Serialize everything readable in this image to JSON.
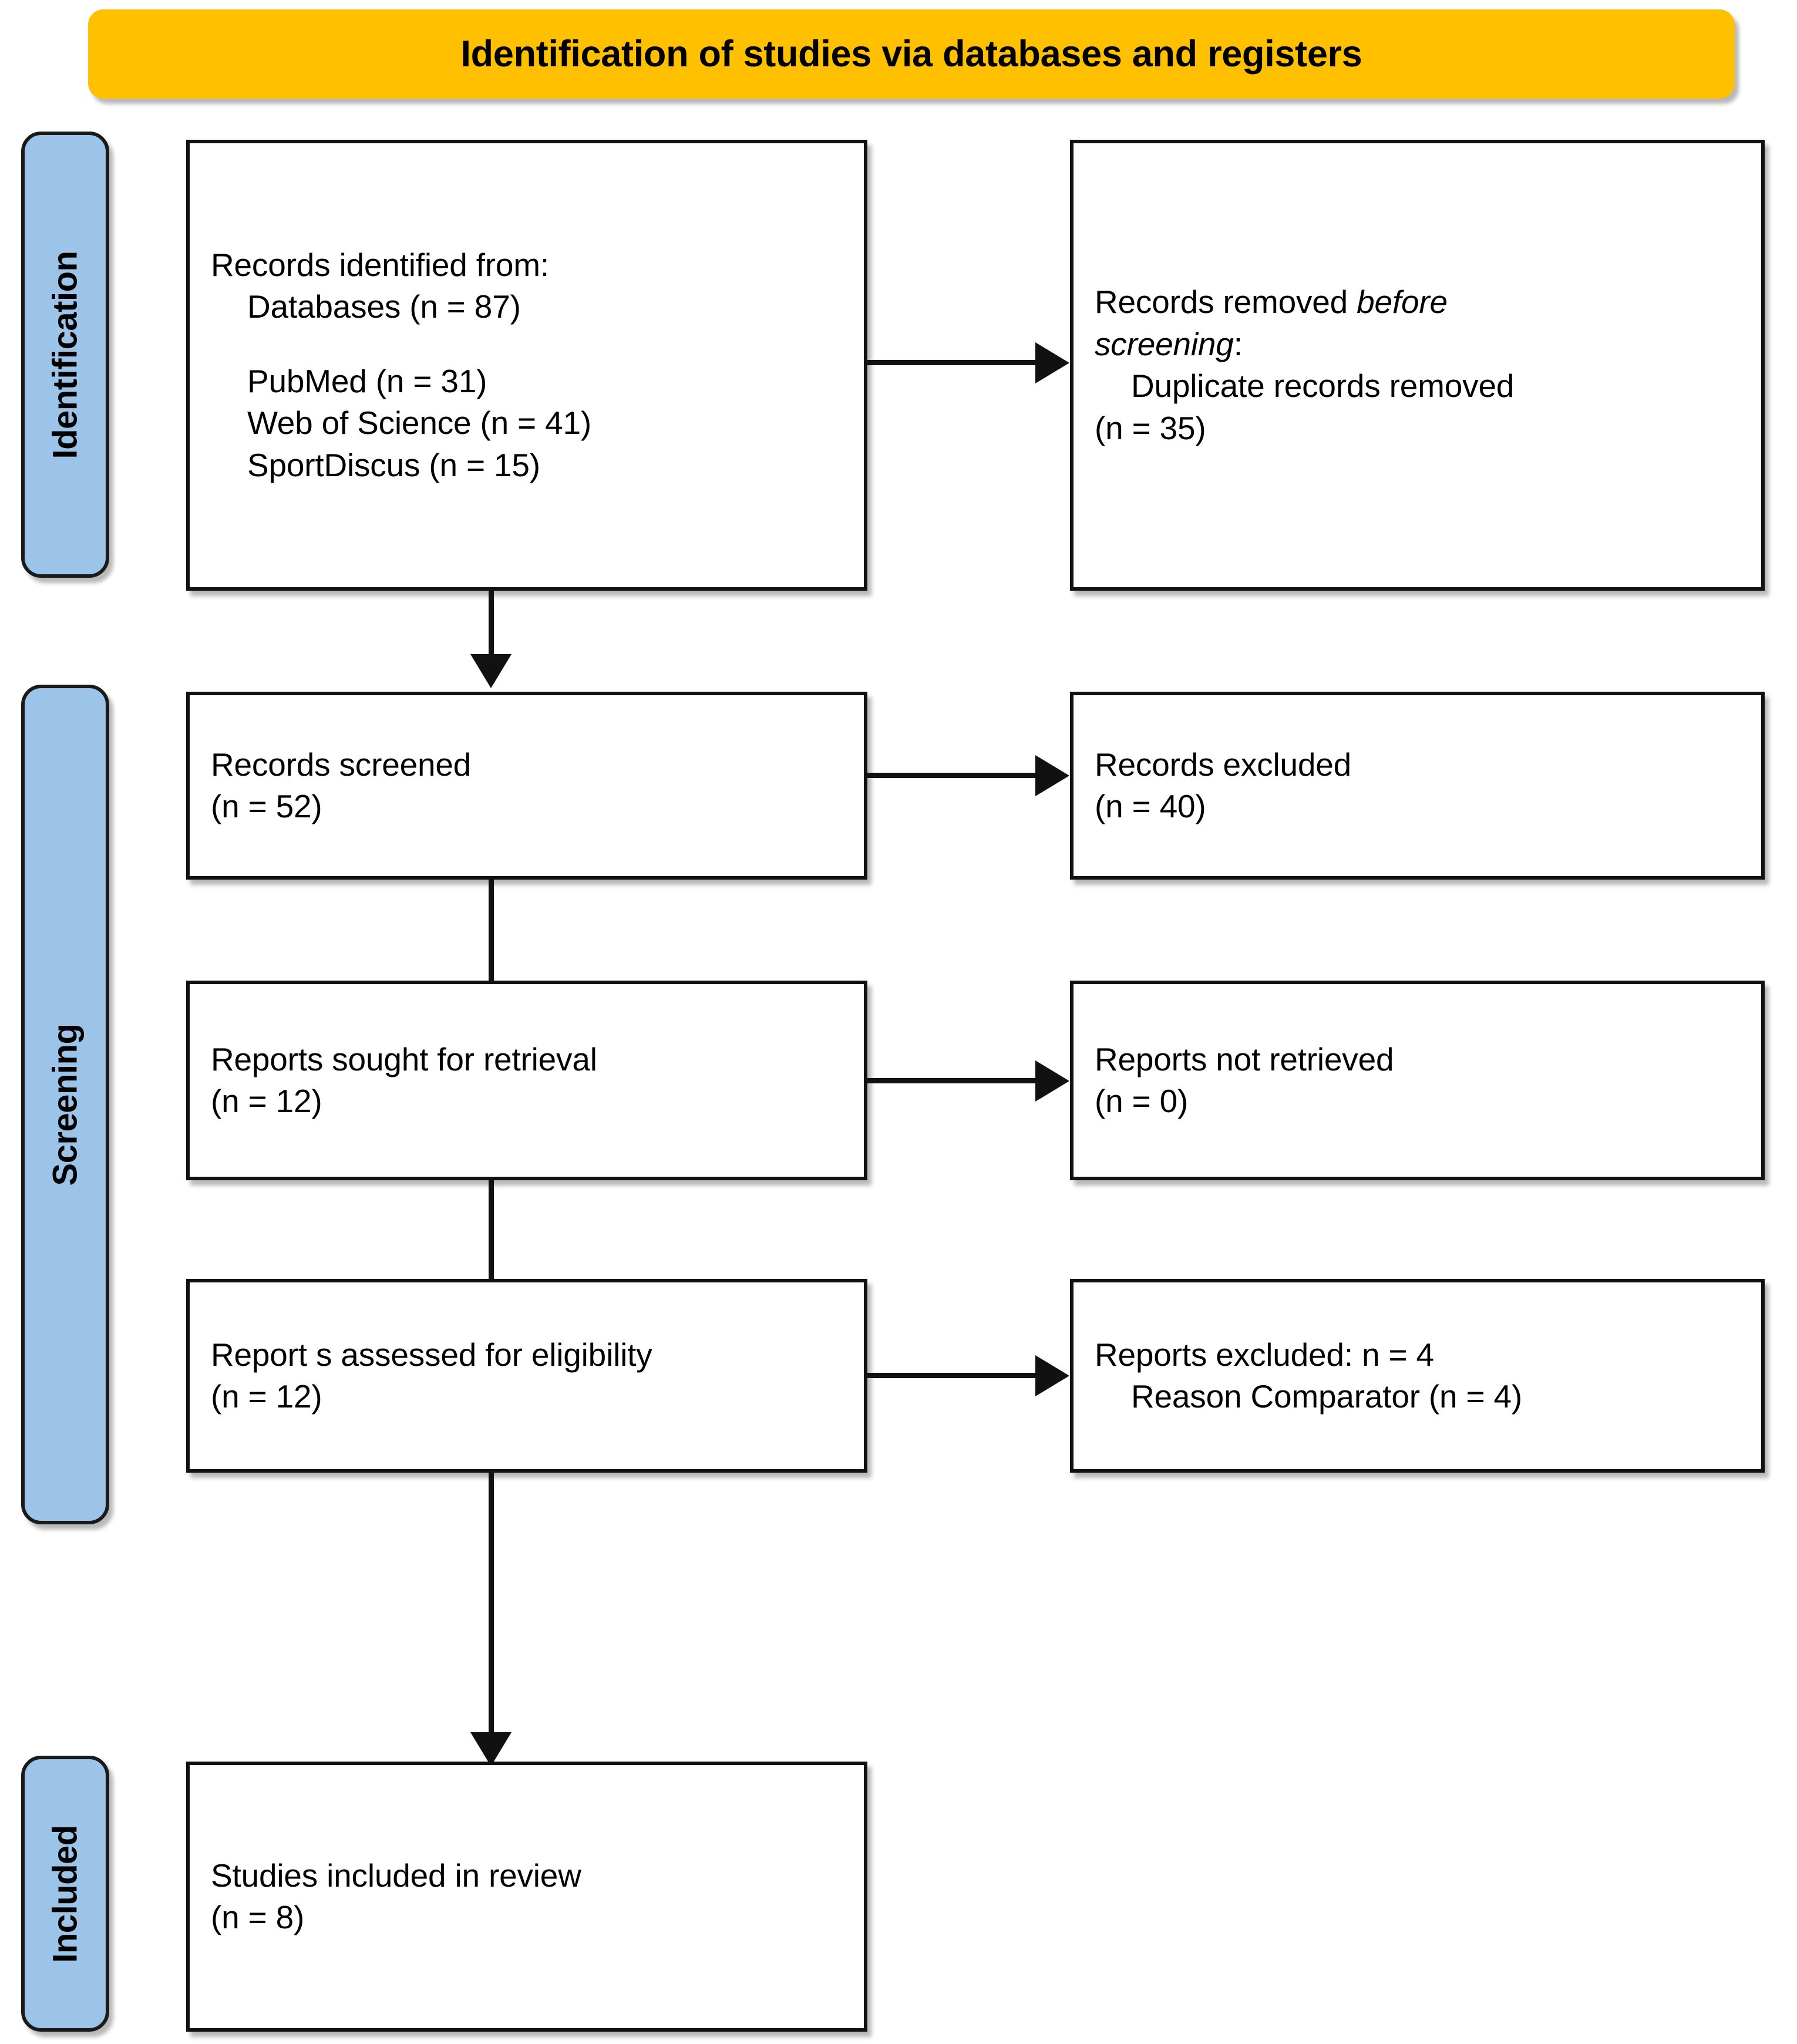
{
  "header": {
    "title": "Identification of studies via databases and registers",
    "bar_color": "#FFC000"
  },
  "stages": {
    "color": "#9CC3E8",
    "items": [
      {
        "id": "identification",
        "label": "Identification"
      },
      {
        "id": "screening",
        "label": "Screening"
      },
      {
        "id": "included",
        "label": "Included"
      }
    ]
  },
  "boxes": {
    "records_identified": {
      "line1": "Records identified from:",
      "line2": "Databases (n = 87)",
      "line3": "PubMed (n = 31)",
      "line4": "Web of Science (n = 41)",
      "line5": "SportDiscus (n = 15)"
    },
    "records_removed": {
      "line1_prefix": "Records removed ",
      "line1_italic": "before",
      "line2_italic": "screening",
      "line2_suffix": ":",
      "line3": "Duplicate records removed",
      "line4": "(n = 35)"
    },
    "records_screened": {
      "line1": "Records screened",
      "line2": "(n = 52)"
    },
    "records_excluded": {
      "line1": "Records excluded",
      "line2": "(n = 40)"
    },
    "reports_sought": {
      "line1": "Reports sought for retrieval",
      "line2": "(n = 12)"
    },
    "reports_not_retrieved": {
      "line1": "Reports not retrieved",
      "line2": "(n = 0)"
    },
    "reports_assessed": {
      "line1": "Report s assessed for eligibility",
      "line2": "(n = 12)"
    },
    "reports_excluded": {
      "line1": "Reports excluded: n = 4",
      "line2": "Reason Comparator (n = 4)"
    },
    "studies_included": {
      "line1": "Studies included in review",
      "line2": "(n = 8)"
    }
  },
  "flow_data": {
    "type": "prisma-flow-diagram",
    "title": "Identification of studies via databases and registers",
    "stages": [
      "Identification",
      "Screening",
      "Included"
    ],
    "nodes": [
      {
        "id": "records_identified",
        "stage": "Identification",
        "label": "Records identified from: Databases",
        "n": 87,
        "sources": [
          {
            "name": "PubMed",
            "n": 31
          },
          {
            "name": "Web of Science",
            "n": 41
          },
          {
            "name": "SportDiscus",
            "n": 15
          }
        ]
      },
      {
        "id": "records_removed",
        "stage": "Identification",
        "label": "Records removed before screening: Duplicate records removed",
        "n": 35
      },
      {
        "id": "records_screened",
        "stage": "Screening",
        "label": "Records screened",
        "n": 52
      },
      {
        "id": "records_excluded",
        "stage": "Screening",
        "label": "Records excluded",
        "n": 40
      },
      {
        "id": "reports_sought",
        "stage": "Screening",
        "label": "Reports sought for retrieval",
        "n": 12
      },
      {
        "id": "reports_not_retrieved",
        "stage": "Screening",
        "label": "Reports not retrieved",
        "n": 0
      },
      {
        "id": "reports_assessed",
        "stage": "Screening",
        "label": "Reports assessed for eligibility",
        "n": 12
      },
      {
        "id": "reports_excluded",
        "stage": "Screening",
        "label": "Reports excluded",
        "n": 4,
        "reasons": [
          {
            "name": "Comparator",
            "n": 4
          }
        ]
      },
      {
        "id": "studies_included",
        "stage": "Included",
        "label": "Studies included in review",
        "n": 8
      }
    ],
    "edges": [
      {
        "from": "records_identified",
        "to": "records_removed",
        "direction": "right"
      },
      {
        "from": "records_identified",
        "to": "records_screened",
        "direction": "down"
      },
      {
        "from": "records_screened",
        "to": "records_excluded",
        "direction": "right"
      },
      {
        "from": "records_screened",
        "to": "reports_sought",
        "direction": "down"
      },
      {
        "from": "reports_sought",
        "to": "reports_not_retrieved",
        "direction": "right"
      },
      {
        "from": "reports_sought",
        "to": "reports_assessed",
        "direction": "down"
      },
      {
        "from": "reports_assessed",
        "to": "reports_excluded",
        "direction": "right"
      },
      {
        "from": "reports_assessed",
        "to": "studies_included",
        "direction": "down"
      }
    ]
  }
}
